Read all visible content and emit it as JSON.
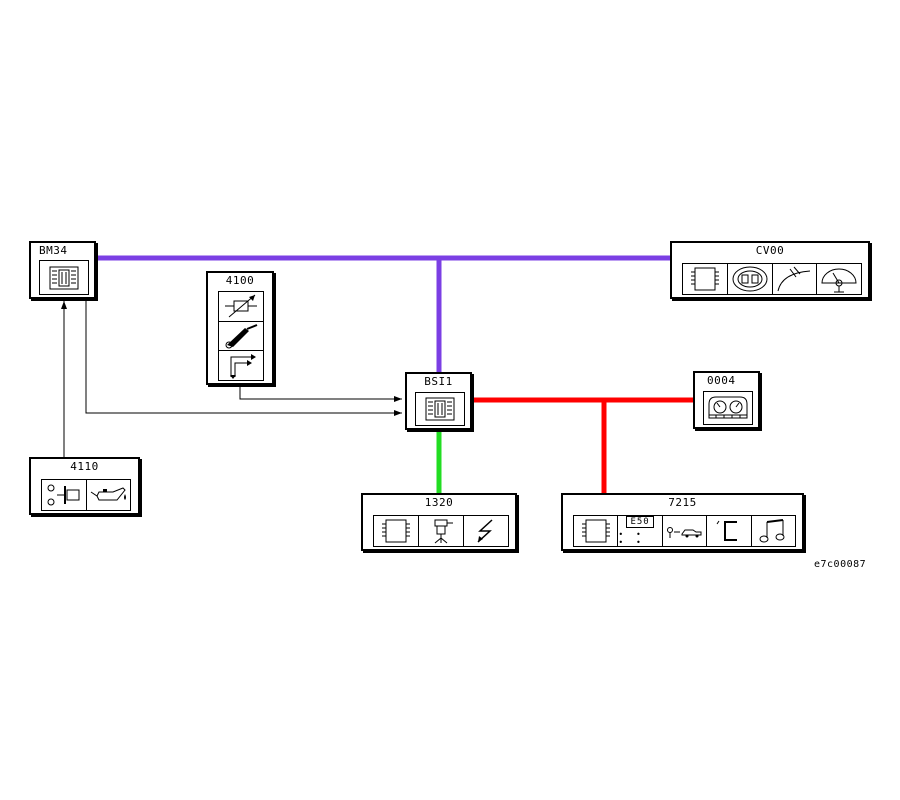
{
  "colors": {
    "bus_top": "#7b3fe4",
    "bus_right": "#ff0000",
    "bus_bottom": "#22dd22",
    "wire": "#000000"
  },
  "modules": {
    "bm34": {
      "label": "BM34",
      "icons": [
        "fuse-box-icon"
      ]
    },
    "cv00": {
      "label": "CV00",
      "icons": [
        "ecu-chip-icon",
        "headlamp-icon",
        "wiper-icon",
        "dashboard-gauge-icon"
      ]
    },
    "m4100": {
      "label": "4100",
      "icons": [
        "variable-resistor-icon",
        "pedal-sensor-icon",
        "gear-lever-icon"
      ]
    },
    "bsi1": {
      "label": "BSI1",
      "icons": [
        "fuse-box-icon"
      ]
    },
    "m0004": {
      "label": "0004",
      "icons": [
        "instrument-panel-icon"
      ]
    },
    "m4110": {
      "label": "4110",
      "icons": [
        "pressure-switch-icon",
        "oil-can-icon"
      ]
    },
    "m1320": {
      "label": "1320",
      "icons": [
        "ecu-chip-icon",
        "injector-icon",
        "ignition-spark-icon"
      ]
    },
    "m7215": {
      "label": "7215",
      "icons": [
        "ecu-chip-icon",
        "display-screen-icon",
        "key-car-icon",
        "door-icon",
        "music-note-icon"
      ]
    }
  },
  "display_text": {
    "display_screen": "E50"
  },
  "reference_code": "e7c00087"
}
